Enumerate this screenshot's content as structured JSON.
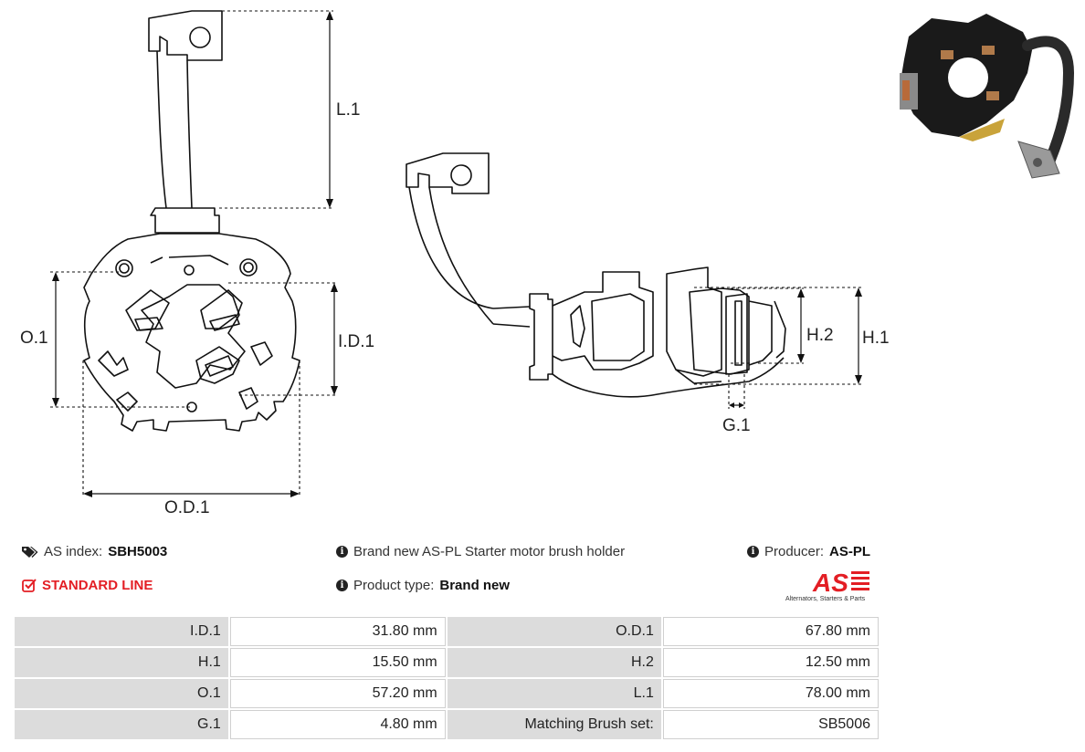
{
  "labels": {
    "l1": "L.1",
    "o1": "O.1",
    "id1": "I.D.1",
    "od1": "O.D.1",
    "h1": "H.1",
    "h2": "H.2",
    "g1": "G.1"
  },
  "info": {
    "as_index_label": "AS index:",
    "as_index_value": "SBH5003",
    "line": "STANDARD LINE",
    "description": "Brand new AS-PL Starter motor brush holder",
    "product_type_label": "Product type:",
    "product_type_value": "Brand new",
    "producer_label": "Producer:",
    "producer_value": "AS-PL"
  },
  "logo": {
    "text": "AS",
    "tagline": "Alternators, Starters & Parts",
    "color": "#e31e24"
  },
  "specs": [
    {
      "k1": "I.D.1",
      "v1": "31.80 mm",
      "k2": "O.D.1",
      "v2": "67.80 mm"
    },
    {
      "k1": "H.1",
      "v1": "15.50 mm",
      "k2": "H.2",
      "v2": "12.50 mm"
    },
    {
      "k1": "O.1",
      "v1": "57.20 mm",
      "k2": "L.1",
      "v2": "78.00 mm"
    },
    {
      "k1": "G.1",
      "v1": "4.80 mm",
      "k2": "Matching Brush set:",
      "v2": "SB5006"
    }
  ]
}
